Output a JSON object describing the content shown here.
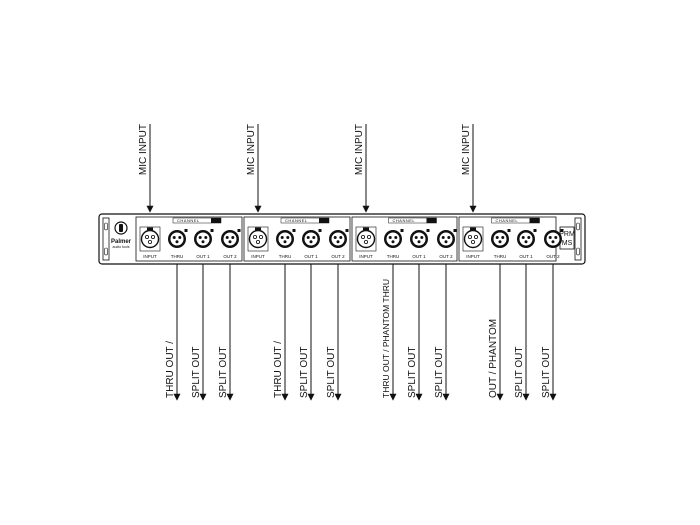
{
  "brand": {
    "name": "Palmer",
    "sub": "audio tools"
  },
  "model": {
    "line1": "PRM",
    "line2": "MS"
  },
  "channel_label": "CHANNEL",
  "connector_labels": [
    "INPUT",
    "THRU",
    "OUT 1",
    "OUT 2"
  ],
  "channels": [
    {
      "input_label": "MIC INPUT",
      "outputs": [
        "THRU OUT /",
        "SPLIT OUT",
        "SPLIT OUT"
      ]
    },
    {
      "input_label": "MIC INPUT",
      "outputs": [
        "THRU OUT /",
        "SPLIT OUT",
        "SPLIT OUT"
      ]
    },
    {
      "input_label": "MIC INPUT",
      "outputs": [
        "THRU OUT / PHANTOM THRU",
        "SPLIT OUT",
        "SPLIT OUT"
      ]
    },
    {
      "input_label": "MIC INPUT",
      "outputs": [
        "OUT / PHANTOM",
        "SPLIT OUT",
        "SPLIT OUT"
      ]
    }
  ]
}
